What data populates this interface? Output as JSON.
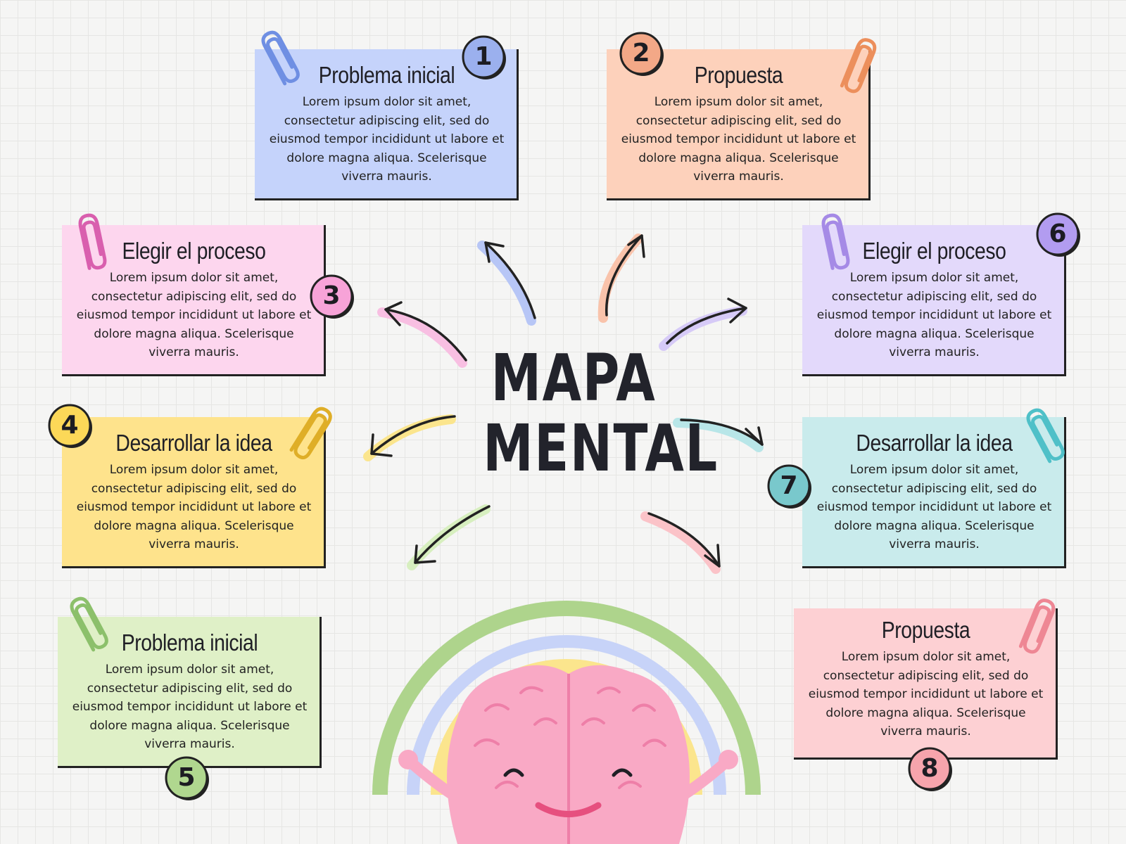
{
  "title": {
    "line1": "MAPA",
    "line2": "MENTAL"
  },
  "cards": [
    {
      "num": "1",
      "title": "Problema inicial",
      "lines": [
        "Lorem ipsum dolor sit amet,",
        "consectetur adipiscing elit, sed do",
        "eiusmod tempor incididunt ut labore et",
        "dolore magna aliqua. Scelerisque",
        "viverra mauris."
      ],
      "color": "#c5d3fb",
      "accent": "#9bb0ee",
      "clip_color": "#6f8fe3"
    },
    {
      "num": "2",
      "title": "Propuesta",
      "lines": [
        "Lorem ipsum dolor sit amet,",
        "consectetur adipiscing elit, sed do",
        "eiusmod tempor incididunt ut labore et",
        "dolore magna aliqua. Scelerisque",
        "viverra mauris."
      ],
      "color": "#fdd1bb",
      "accent": "#f3a887",
      "clip_color": "#ec8f5c"
    },
    {
      "num": "3",
      "title": "Elegir el proceso",
      "lines": [
        "Lorem ipsum dolor sit amet,",
        "consectetur adipiscing elit, sed do",
        "eiusmod tempor incididunt ut labore et",
        "dolore magna aliqua. Scelerisque",
        "viverra mauris."
      ],
      "color": "#fdd6ee",
      "accent": "#f7a3d8",
      "clip_color": "#d95fae"
    },
    {
      "num": "4",
      "title": "Desarrollar la idea",
      "lines": [
        "Lorem ipsum dolor sit amet,",
        "consectetur adipiscing elit, sed do",
        "eiusmod tempor incididunt ut labore et",
        "dolore magna aliqua. Scelerisque",
        "viverra mauris."
      ],
      "color": "#fee38c",
      "accent": "#fcd858",
      "clip_color": "#dfae27"
    },
    {
      "num": "5",
      "title": "Problema inicial",
      "lines": [
        "Lorem ipsum dolor sit amet,",
        "consectetur adipiscing elit, sed do",
        "eiusmod tempor incididunt ut labore et",
        "dolore magna aliqua. Scelerisque",
        "viverra mauris."
      ],
      "color": "#dff0c7",
      "accent": "#b0d78f",
      "clip_color": "#8cc06b"
    },
    {
      "num": "6",
      "title": "Elegir el proceso",
      "lines": [
        "Lorem ipsum dolor sit amet,",
        "consectetur adipiscing elit, sed do",
        "eiusmod tempor incididunt ut labore et",
        "dolore magna aliqua. Scelerisque",
        "viverra mauris."
      ],
      "color": "#e3d9fb",
      "accent": "#b29cf0",
      "clip_color": "#a58ae6"
    },
    {
      "num": "7",
      "title": "Desarrollar la idea",
      "lines": [
        "Lorem ipsum dolor sit amet,",
        "consectetur adipiscing elit, sed do",
        "eiusmod tempor incididunt ut labore et",
        "dolore magna aliqua. Scelerisque",
        "viverra mauris."
      ],
      "color": "#c9ebec",
      "accent": "#79c8cc",
      "clip_color": "#4fc0c8"
    },
    {
      "num": "8",
      "title": "Propuesta",
      "lines": [
        "Lorem ipsum dolor sit amet,",
        "consectetur adipiscing elit, sed do",
        "eiusmod tempor incididunt ut labore et",
        "dolore magna aliqua. Scelerisque",
        "viverra mauris."
      ],
      "color": "#fdd0d3",
      "accent": "#f6a4ac",
      "clip_color": "#ee8794"
    }
  ],
  "arrows": [
    {
      "to": "card-1",
      "color": "#b7c6f6"
    },
    {
      "to": "card-2",
      "color": "#f9c3ab"
    },
    {
      "to": "card-3",
      "color": "#f8bfe2"
    },
    {
      "to": "card-6",
      "color": "#d6caf7"
    },
    {
      "to": "card-4",
      "color": "#fbe58d"
    },
    {
      "to": "card-7",
      "color": "#b8e6e8"
    },
    {
      "to": "card-5",
      "color": "#d7efbf"
    },
    {
      "to": "card-8",
      "color": "#fbc3c8"
    }
  ],
  "illustration": {
    "subject": "smiling-brain-with-rainbow",
    "colors": {
      "brain": "#f9a9c5",
      "brain_line": "#ee7fa8",
      "rainbow_outer": "#aed48c",
      "rainbow_mid": "#c7d3f8",
      "rainbow_inner": "#fbe58d",
      "mouth": "#e6507f"
    }
  }
}
